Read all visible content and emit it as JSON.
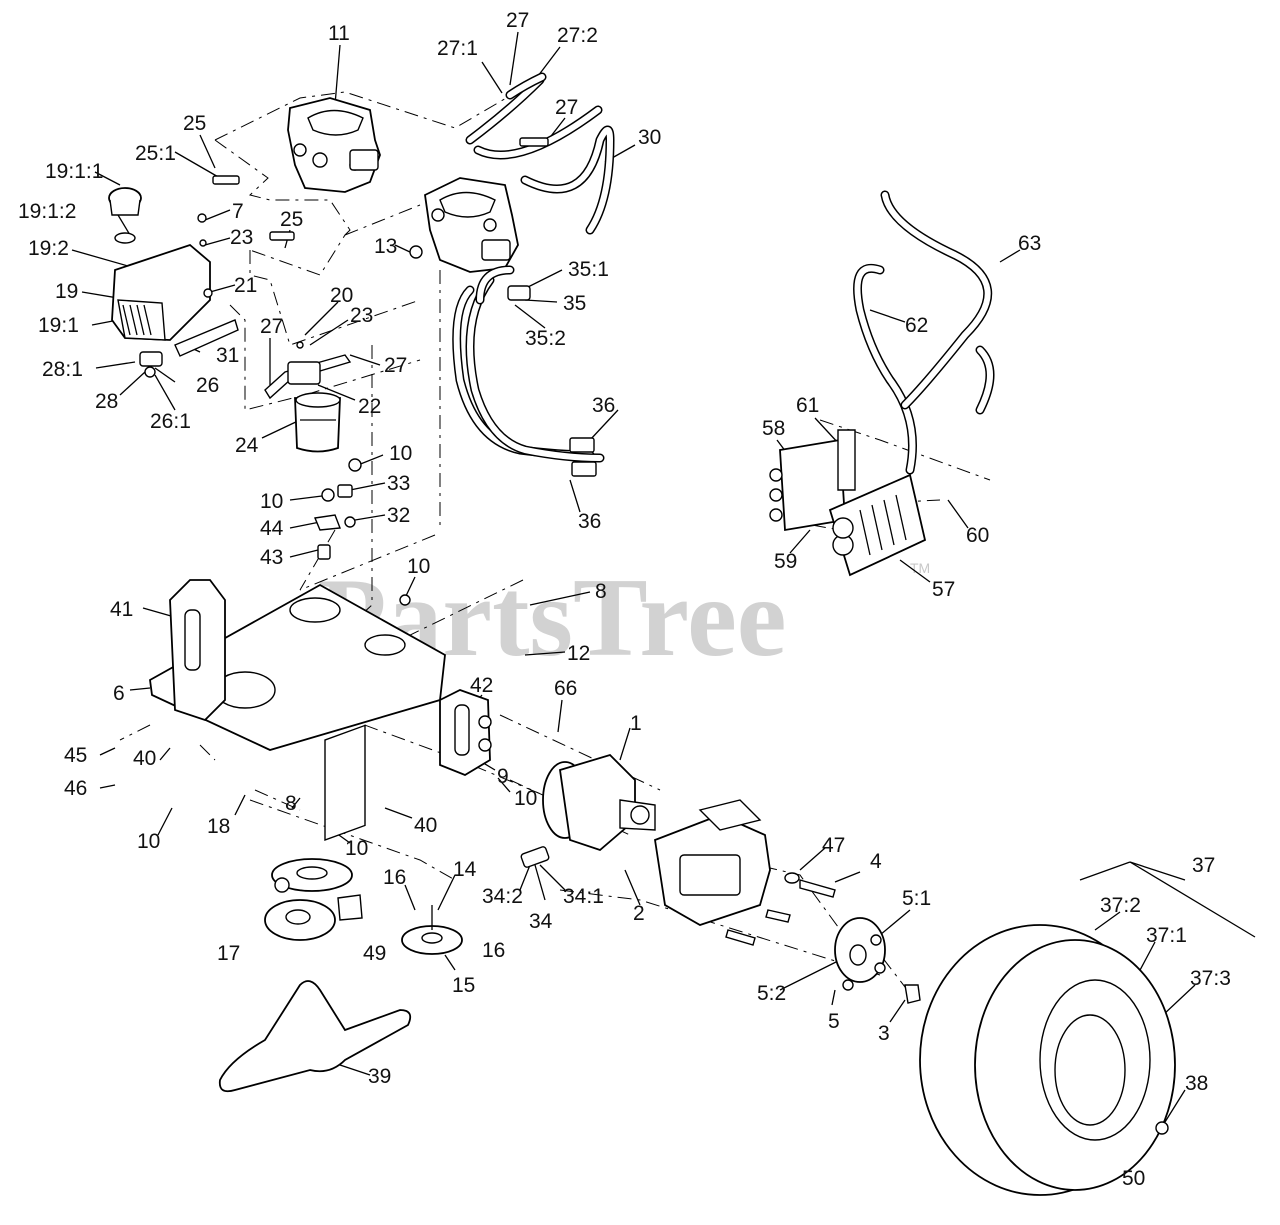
{
  "watermark": {
    "text": "PartsTree",
    "tm": "TM"
  },
  "labels": {
    "l11": "11",
    "l27a": "27",
    "l27_1": "27:1",
    "l27_2": "27:2",
    "l27b": "27",
    "l30": "30",
    "l25a": "25",
    "l25_1": "25:1",
    "l19_1_1": "19:1:1",
    "l19_1_2": "19:1:2",
    "l19_2": "19:2",
    "l19": "19",
    "l19_1": "19:1",
    "l7": "7",
    "l23a": "23",
    "l25b": "25",
    "l21": "21",
    "l13": "13",
    "l35_1": "35:1",
    "l35": "35",
    "l35_2": "35:2",
    "l20": "20",
    "l23b": "23",
    "l27c": "27",
    "l27d": "27",
    "l31": "31",
    "l28_1": "28:1",
    "l28": "28",
    "l26": "26",
    "l26_1": "26:1",
    "l22": "22",
    "l24": "24",
    "l36a": "36",
    "l36b": "36",
    "l63": "63",
    "l62": "62",
    "l61": "61",
    "l58": "58",
    "l60": "60",
    "l59": "59",
    "l57": "57",
    "l10a": "10",
    "l33": "33",
    "l10b": "10",
    "l44": "44",
    "l32": "32",
    "l43": "43",
    "l10c": "10",
    "l8a": "8",
    "l41": "41",
    "l12": "12",
    "l6": "6",
    "l42": "42",
    "l66": "66",
    "l1": "1",
    "l45": "45",
    "l46": "46",
    "l40a": "40",
    "l9": "9",
    "l10d": "10",
    "l10e": "10",
    "l18": "18",
    "l8b": "8",
    "l10f": "10",
    "l40b": "40",
    "l47": "47",
    "l4": "4",
    "l16a": "16",
    "l14": "14",
    "l34_2": "34:2",
    "l34_1": "34:1",
    "l34": "34",
    "l2": "2",
    "l5_1": "5:1",
    "l37": "37",
    "l37_2": "37:2",
    "l37_1": "37:1",
    "l17": "17",
    "l49": "49",
    "l16b": "16",
    "l15": "15",
    "l37_3": "37:3",
    "l5_2": "5:2",
    "l5": "5",
    "l3": "3",
    "l39": "39",
    "l38": "38",
    "l50": "50"
  }
}
